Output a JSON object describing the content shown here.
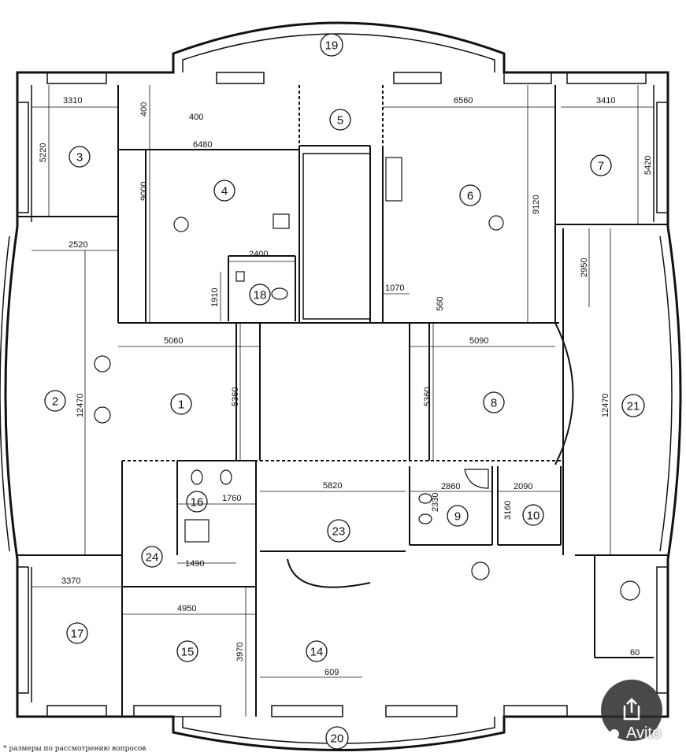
{
  "plan": {
    "rooms": [
      "1",
      "2",
      "3",
      "4",
      "5",
      "6",
      "7",
      "8",
      "9",
      "10",
      "14",
      "15",
      "16",
      "17",
      "18",
      "19",
      "20",
      "21",
      "23",
      "24"
    ],
    "dimensions": {
      "d3310": "3310",
      "d400a": "400",
      "d400b": "400",
      "d5220": "5220",
      "d6480": "6480",
      "d9000": "9000",
      "d6560": "6560",
      "d3410": "3410",
      "d5420": "5420",
      "d9120": "9120",
      "d2520": "2520",
      "d2400": "2400",
      "d1910": "1910",
      "d1070": "1070",
      "d560": "560",
      "d2950": "2950",
      "d5060": "5060",
      "d5090": "5090",
      "d12470a": "12470",
      "d12470b": "12470",
      "d5360a": "5360",
      "d5360b": "5360",
      "d5820": "5820",
      "d2860": "2860",
      "d2090": "2090",
      "d2330": "2330",
      "d3160": "3160",
      "d1760": "1760",
      "d1490": "1490",
      "d3370": "3370",
      "d4950": "4950",
      "d3970": "3970",
      "d6090": "609",
      "d60": "60"
    }
  },
  "footnote": "* размеры по рассмотрению вопросов",
  "watermark": "Avito"
}
